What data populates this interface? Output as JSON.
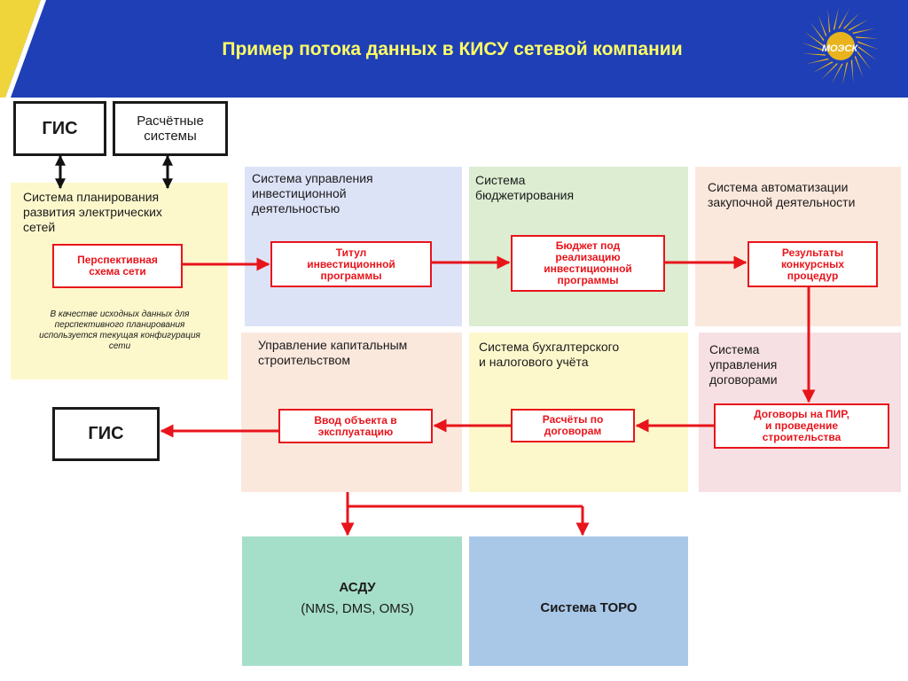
{
  "header": {
    "title": "Пример потока данных в КИСУ сетевой компании",
    "logo_text": "МОЭСК"
  },
  "colors": {
    "header_blue": "#1e3fb5",
    "title_yellow": "#ffff66",
    "accent_red": "#e8141b",
    "logo_gold": "#e8b31c",
    "panel_yellow": "#fdf8cc",
    "panel_blue": "#dde3f7",
    "panel_green": "#dcedd2",
    "panel_peach": "#fbe8dd",
    "panel_pink": "#f7e0e3",
    "panel_teal": "#a6dfc9",
    "panel_lightblue": "#a9c8e8"
  },
  "top_boxes": {
    "gis": "ГИС",
    "calc": "Расчётные\nсистемы"
  },
  "planning": {
    "title": "Система планирования\nразвития  электрических\nсетей",
    "box": "Перспективная\nсхема сети",
    "note": "В качестве исходных данных для\nперспективного планирования\nиспользуется текущая конфигурация\nсети"
  },
  "investment": {
    "title": "Система управления\nинвестиционной\nдеятельностью",
    "box": "Титул\nинвестиционной\nпрограммы"
  },
  "budget": {
    "title": "Система\nбюджетирования",
    "box": "Бюджет под\nреализацию\nинвестиционной\nпрограммы"
  },
  "procurement": {
    "title": "Система автоматизации\nзакупочной деятельности",
    "box": "Результаты\nконкурсных\nпроцедур"
  },
  "construction": {
    "title": "Управление капитальным\nстроительством",
    "box": "Ввод объекта в\nэксплуатацию"
  },
  "accounting": {
    "title": "Система бухгалтерского\nи налогового учёта",
    "box": "Расчёты по\nдоговорам"
  },
  "contracts": {
    "title": "Система\nуправления\nдоговорами",
    "box": "Договоры на ПИР,\nи проведение\nстроительства"
  },
  "gis_bottom": "ГИС",
  "asdu": {
    "title": "АСДУ",
    "subtitle": "(NMS, DMS, OMS)"
  },
  "toro": {
    "title": "Система ТОРО"
  }
}
